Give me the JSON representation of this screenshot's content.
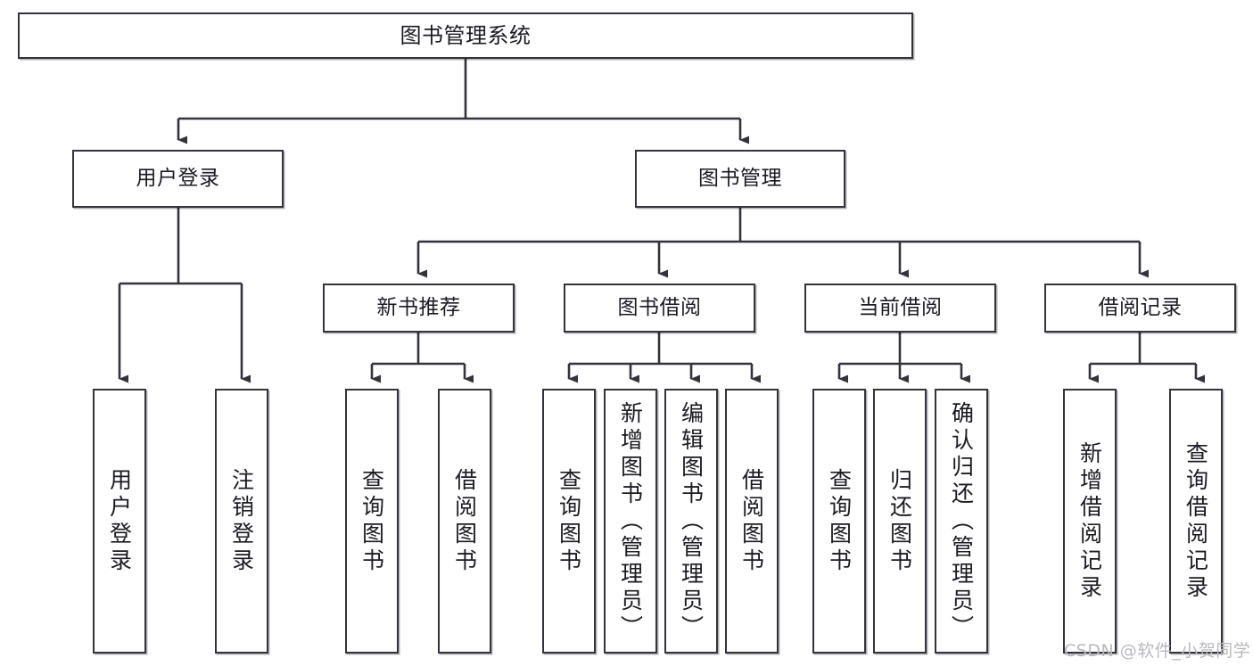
{
  "diagram": {
    "title": "图书管理系统",
    "type": "tree-hierarchy",
    "root": {
      "label": "图书管理系统"
    },
    "level2": [
      {
        "label": "用户登录"
      },
      {
        "label": "图书管理"
      }
    ],
    "level3": [
      {
        "label": "新书推荐"
      },
      {
        "label": "图书借阅"
      },
      {
        "label": "当前借阅"
      },
      {
        "label": "借阅记录"
      }
    ],
    "leaves": {
      "user_login": [
        {
          "label": "用户登录"
        },
        {
          "label": "注销登录"
        }
      ],
      "new_book_recommend": [
        {
          "label": "查询图书"
        },
        {
          "label": "借阅图书"
        }
      ],
      "book_borrow": [
        {
          "label": "查询图书"
        },
        {
          "label": "新增图书（管理员）"
        },
        {
          "label": "编辑图书（管理员）"
        },
        {
          "label": "借阅图书"
        }
      ],
      "current_borrow": [
        {
          "label": "查询图书"
        },
        {
          "label": "归还图书"
        },
        {
          "label": "确认归还（管理员）"
        }
      ],
      "borrow_record": [
        {
          "label": "新增借阅记录"
        },
        {
          "label": "查询借阅记录"
        }
      ]
    }
  },
  "watermark": {
    "text": "CSDN @软件_小贺同学"
  },
  "colors": {
    "border": "#33333a",
    "text": "#1b1b20",
    "background": "#ffffff",
    "watermark": "#b9b9bd"
  }
}
